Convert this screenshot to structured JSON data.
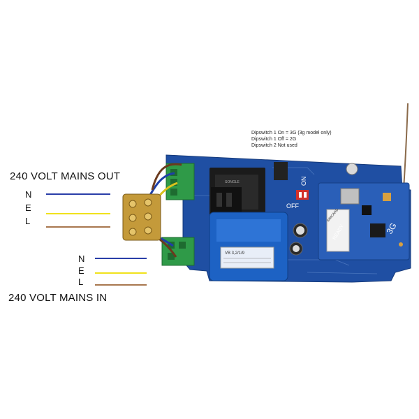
{
  "labels": {
    "mains_out": "240 VOLT MAINS OUT",
    "mains_in": "240 VOLT MAINS IN"
  },
  "out_wires": [
    {
      "letter": "N",
      "color": "#2a3ea8"
    },
    {
      "letter": "E",
      "color": "#f0e21c"
    },
    {
      "letter": "L",
      "color": "#a8774e"
    }
  ],
  "in_wires": [
    {
      "letter": "N",
      "color": "#2a3ea8"
    },
    {
      "letter": "E",
      "color": "#f0e21c"
    },
    {
      "letter": "L",
      "color": "#a8774e"
    }
  ],
  "dipswitch_notes": [
    "Dipswitch 1 On = 3G (3g model only)",
    "Dipswitch 1 Off = 2G",
    "Dipswitch 2 Not used"
  ],
  "board_marks": {
    "on": "ON",
    "off": "OFF",
    "module_3g": "3G",
    "simcard": "SIMCARD",
    "ready": "READY",
    "transformer": "VB 3,2/1/9"
  }
}
